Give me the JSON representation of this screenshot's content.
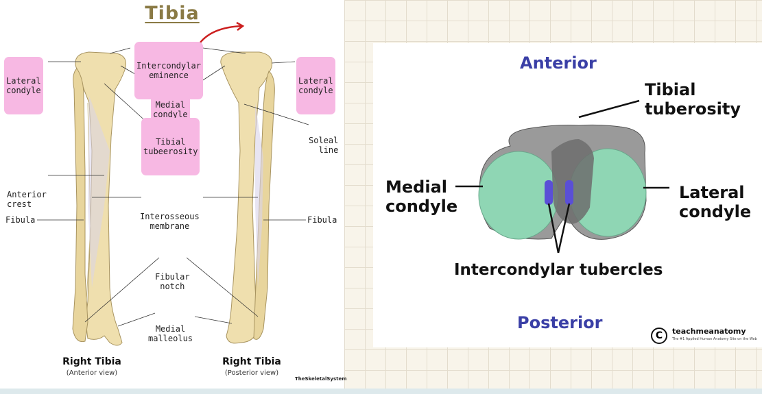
{
  "left": {
    "title": "Tibia",
    "labels": {
      "lateral_condyle_left": [
        "Lateral",
        "condyle"
      ],
      "intercondylar_eminence": [
        "Intercondylar",
        "eminence"
      ],
      "lateral_condyle_right": [
        "Lateral",
        "condyle"
      ],
      "medial_condyle": [
        "Medial",
        "condyle"
      ],
      "tibial_tuberosity": [
        "Tibial",
        "tubeerosity"
      ],
      "soleal_line": [
        "Soleal",
        "line"
      ],
      "anterior_crest": [
        "Anterior",
        "crest"
      ],
      "interosseous_membrane": [
        "Interosseous",
        "membrane"
      ],
      "fibula_left": "Fibula",
      "fibula_right": "Fibula",
      "fibular_notch": [
        "Fibular",
        "notch"
      ],
      "medial_malleolus": [
        "Medial",
        "malleolus"
      ]
    },
    "captions": {
      "anterior_title": "Right Tibia",
      "anterior_view": "(Anterior view)",
      "posterior_title": "Right Tibia",
      "posterior_view": "(Posterior view)"
    },
    "credit": "TheSkeletalSystem"
  },
  "right": {
    "anterior": "Anterior",
    "posterior": "Posterior",
    "tibial_tuberosity": [
      "Tibial",
      "tuberosity"
    ],
    "medial_condyle": [
      "Medial",
      "condyle"
    ],
    "lateral_condyle": [
      "Lateral",
      "condyle"
    ],
    "intercondylar_tubercles": "Intercondylar tubercles",
    "copyright_symbol": "C",
    "brand": "teachmeanatomy",
    "tagline": "The #1 Applied Human Anatomy Site on the Web"
  },
  "colors": {
    "highlight": "#f7b8e3",
    "bone": "#efdfae",
    "condyle_green": "#8fd6b4",
    "blue_text": "#3a3fa6",
    "arrow_red": "#cc1f1f"
  }
}
